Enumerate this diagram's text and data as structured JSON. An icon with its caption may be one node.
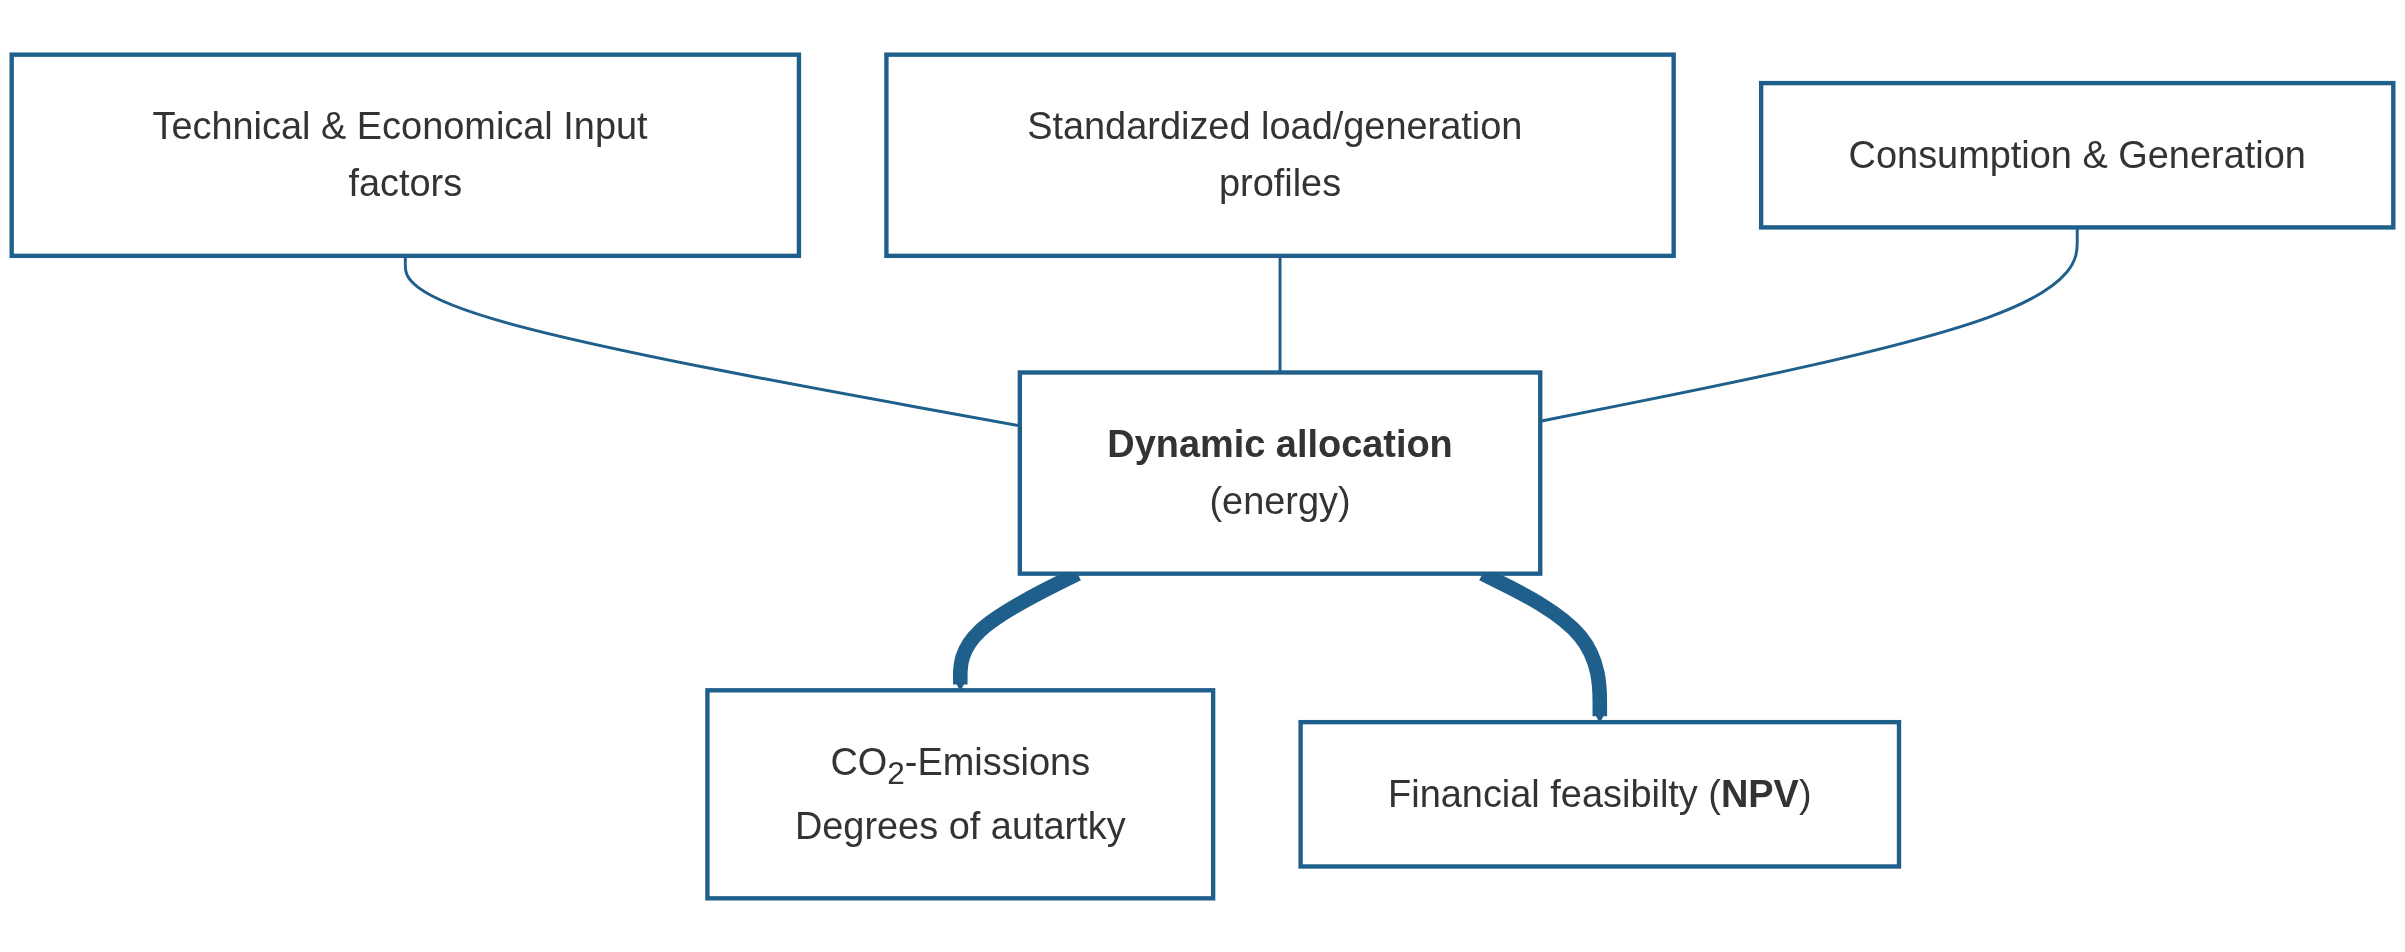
{
  "diagram": {
    "nodes": [
      {
        "text": [
          "Technical & Economical Input factors"
        ]
      },
      {
        "text": [
          "Standardized load/generation profiles"
        ]
      },
      {
        "text": [
          "Consumption & Generation"
        ]
      },
      {
        "text": [
          "Dynamic allocation",
          "(energy)"
        ]
      },
      {
        "text": [
          "CO$_{2}$-Emissions",
          "Degrees of autartky"
        ]
      },
      {
        "text": [
          "Financial feasibilty (**NPV**)"
        ]
      }
    ],
    "edges": [
      {
        "from": 0,
        "to": 3,
        "arrow": "none"
      },
      {
        "from": 1,
        "to": 3,
        "arrow": "none"
      },
      {
        "from": 2,
        "to": 3,
        "arrow": "none"
      },
      {
        "from": 3,
        "to": 4,
        "arrow": "to",
        "style": "thick"
      },
      {
        "from": 3,
        "to": 5,
        "arrow": "to",
        "style": "thick"
      }
    ]
  }
}
